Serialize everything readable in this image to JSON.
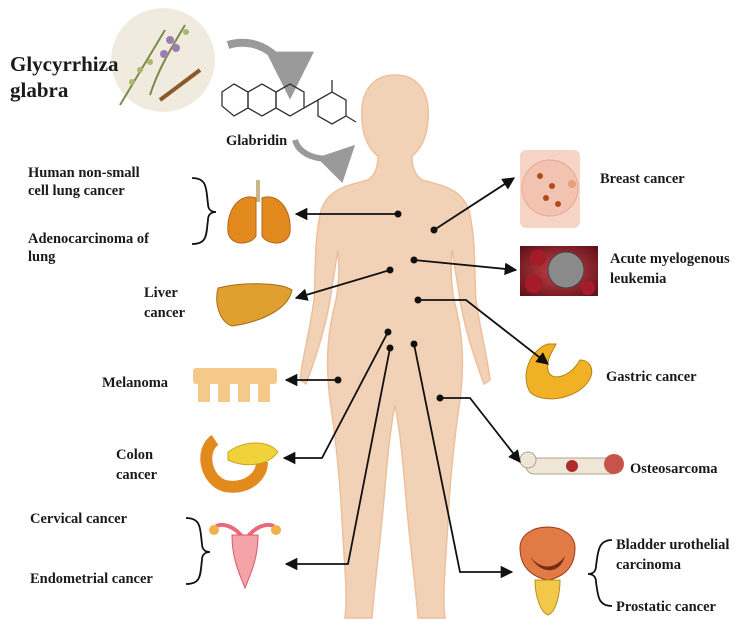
{
  "plant": {
    "line1": "Glycyrrhiza",
    "line2": "glabra"
  },
  "compound": {
    "name": "Glabridin"
  },
  "left_labels": {
    "lung1_line1": "Human non-small",
    "lung1_line2": "cell lung cancer",
    "lung2_line1": "Adenocarcinoma of",
    "lung2_line2": "lung",
    "liver_line1": "Liver",
    "liver_line2": "cancer",
    "melanoma": "Melanoma",
    "colon_line1": "Colon",
    "colon_line2": "cancer",
    "cervical": "Cervical cancer",
    "endometrial": "Endometrial cancer"
  },
  "right_labels": {
    "breast": "Breast cancer",
    "aml_line1": "Acute myelogenous",
    "aml_line2": "leukemia",
    "gastric": "Gastric cancer",
    "osteo": "Osteosarcoma",
    "bladder_line1": "Bladder urothelial",
    "bladder_line2": "carcinoma",
    "prostatic": "Prostatic cancer"
  },
  "colors": {
    "body": "#f2d2b6",
    "body_outline": "#eebf9c",
    "arrow": "#111111",
    "organ_orange": "#e38a1f",
    "plant_circle": "#f1ebdf"
  }
}
